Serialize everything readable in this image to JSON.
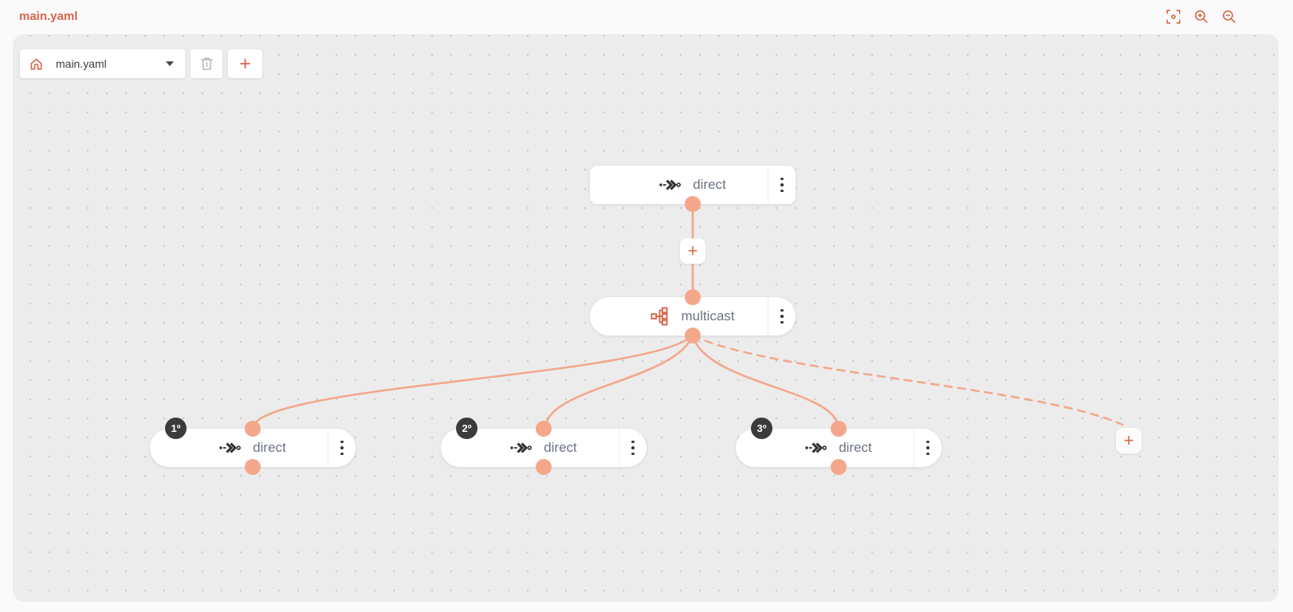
{
  "header": {
    "title": "main.yaml",
    "actions": {
      "fit": "fit-to-view",
      "zoom_in": "zoom-in",
      "zoom_out": "zoom-out"
    }
  },
  "toolbar": {
    "flow_dropdown": {
      "icon": "home-icon",
      "value": "main.yaml"
    },
    "delete_flow_button": {
      "icon": "trash-icon",
      "enabled": false
    },
    "new_flow_button": {
      "label": "+"
    }
  },
  "canvas": {
    "add_step_label": "+",
    "nodes": [
      {
        "id": "direct-source",
        "label": "direct",
        "icon": "direct-endpoint-icon",
        "badge": null
      },
      {
        "id": "multicast",
        "label": "multicast",
        "icon": "multicast-icon",
        "badge": null
      },
      {
        "id": "direct-branch-1",
        "label": "direct",
        "icon": "direct-endpoint-icon",
        "badge": "1º"
      },
      {
        "id": "direct-branch-2",
        "label": "direct",
        "icon": "direct-endpoint-icon",
        "badge": "2º"
      },
      {
        "id": "direct-branch-3",
        "label": "direct",
        "icon": "direct-endpoint-icon",
        "badge": "3º"
      }
    ],
    "edges": [
      {
        "from": "direct-source",
        "to": "multicast",
        "style": "solid"
      },
      {
        "from": "multicast",
        "to": "direct-branch-1",
        "style": "solid"
      },
      {
        "from": "multicast",
        "to": "direct-branch-2",
        "style": "solid"
      },
      {
        "from": "multicast",
        "to": "direct-branch-3",
        "style": "solid"
      },
      {
        "from": "multicast",
        "to": "add-branch-button",
        "style": "dashed"
      }
    ]
  },
  "colors": {
    "accent": "#d9664a",
    "title": "#d5654b",
    "edge": "#f4a78b",
    "port": "#f4a78b",
    "badge_bg": "#3b3b3b",
    "node_label": "#6b7482",
    "canvas_bg": "#ececec",
    "page_bg": "#fafafa"
  }
}
